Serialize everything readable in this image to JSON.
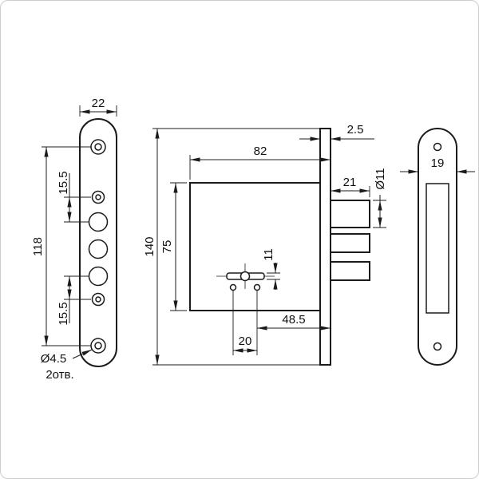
{
  "drawing": {
    "faceplate_view": {
      "width": "22",
      "screw_span": "118",
      "upper_gap": "15.5",
      "lower_gap": "15.5",
      "hole_dia": "Ø4.5",
      "hole_count": "2отв."
    },
    "body_view": {
      "plate_thickness": "2.5",
      "width": "82",
      "plate_height": "140",
      "body_height": "75",
      "bolt_length": "21",
      "bolt_dia": "Ø11",
      "key_slot_height": "11",
      "backset": "48.5",
      "post_spacing": "20"
    },
    "strike_view": {
      "width": "19"
    }
  }
}
